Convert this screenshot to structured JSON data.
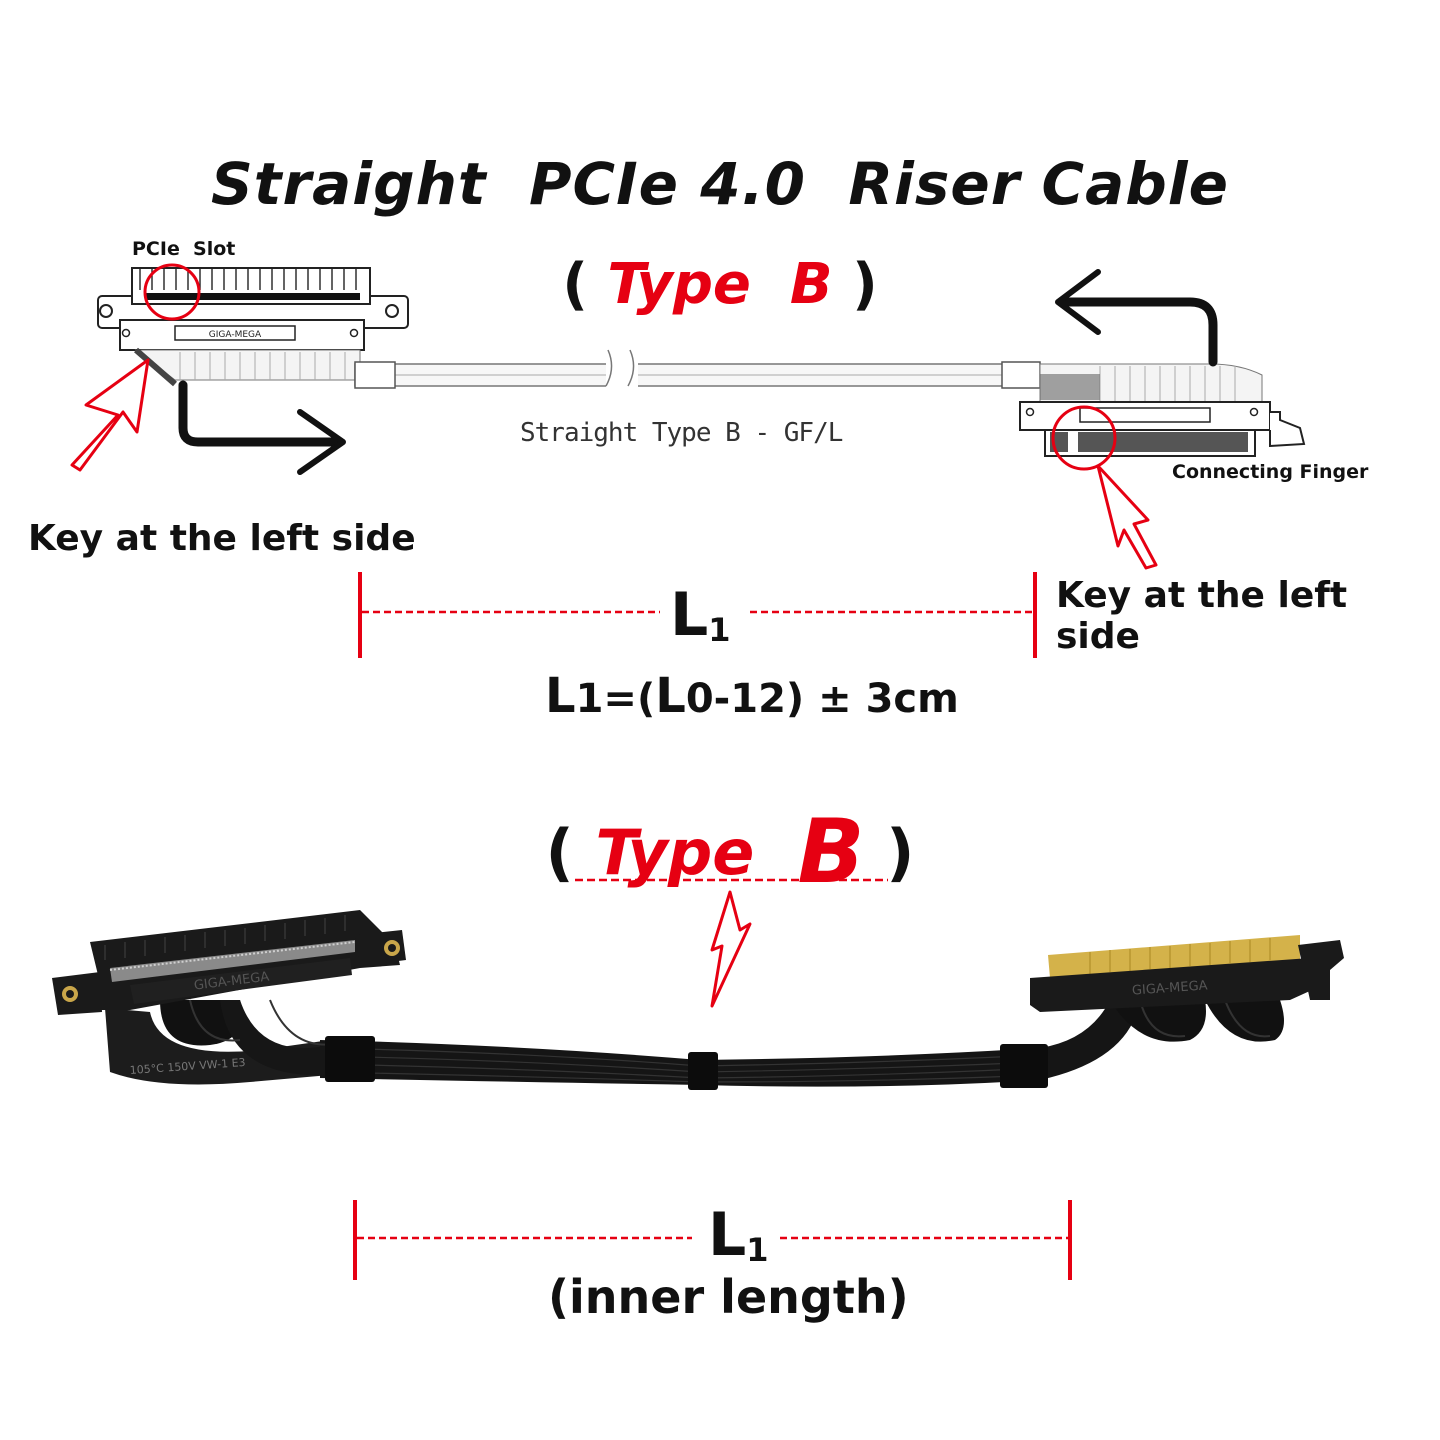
{
  "title": {
    "part1": "Straight",
    "part2": "PCIe 4.0",
    "part3": "Riser Cable"
  },
  "type_label_top": {
    "open": "(",
    "text": "Type  B",
    "close": ")"
  },
  "type_label_bottom": {
    "open": "(",
    "text": "Type",
    "letter": "B",
    "close": ")"
  },
  "labels": {
    "pcie_slot": "PCIe  Slot",
    "connecting_finger": "Connecting Finger",
    "cable_name": "Straight Type B - GF/L",
    "key_left": "Key at the left side",
    "key_right": "Key at the left side",
    "slot_marking": "GIGA-MEGA",
    "photo_marking": "GIGA-MEGA"
  },
  "dimension_top": {
    "L": "L",
    "sub": "1"
  },
  "formula": {
    "L1": "L",
    "L1_sub": "1=(",
    "L0": "L",
    "rest": "0-12) ± 3cm"
  },
  "dimension_bottom": {
    "L": "L",
    "sub": "1",
    "note": "(inner length)"
  },
  "colors": {
    "accent": "#e60012",
    "text": "#111111",
    "cable": "#1a1a1a",
    "gold": "#d4b24a"
  }
}
